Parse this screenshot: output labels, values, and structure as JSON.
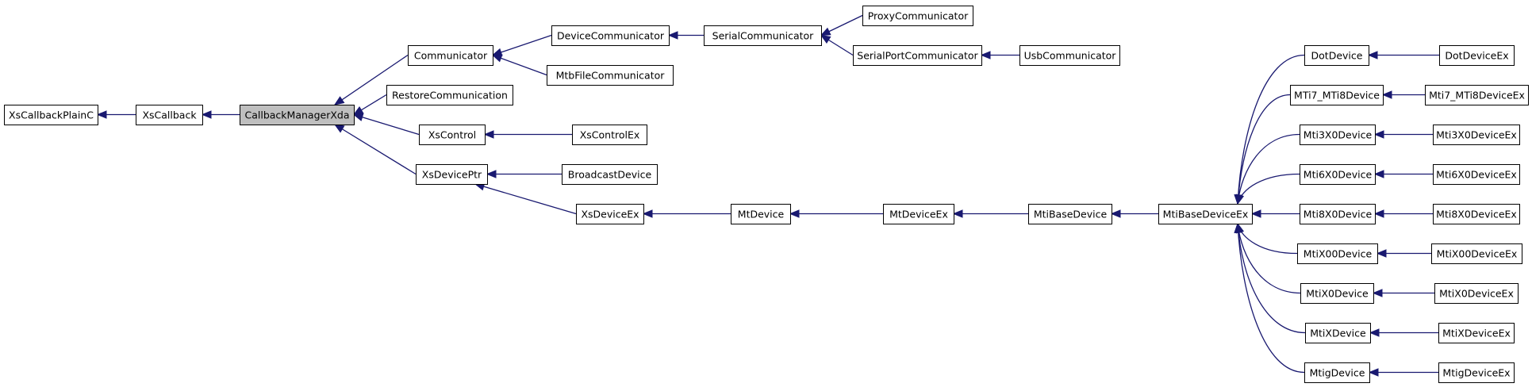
{
  "diagram": {
    "type": "inheritance-graph",
    "colors": {
      "edge": "#191970",
      "node_fill": "#ffffff",
      "node_border": "#000000",
      "highlight_fill": "#bfbfbf"
    },
    "nodes": [
      {
        "id": "XsCallbackPlainC",
        "label": "XsCallbackPlainC"
      },
      {
        "id": "XsCallback",
        "label": "XsCallback"
      },
      {
        "id": "CallbackManagerXda",
        "label": "CallbackManagerXda",
        "highlighted": true
      },
      {
        "id": "Communicator",
        "label": "Communicator"
      },
      {
        "id": "RestoreCommunication",
        "label": "RestoreCommunication"
      },
      {
        "id": "XsControl",
        "label": "XsControl"
      },
      {
        "id": "XsDevicePtr",
        "label": "XsDevicePtr"
      },
      {
        "id": "DeviceCommunicator",
        "label": "DeviceCommunicator"
      },
      {
        "id": "MtbFileCommunicator",
        "label": "MtbFileCommunicator"
      },
      {
        "id": "SerialCommunicator",
        "label": "SerialCommunicator"
      },
      {
        "id": "ProxyCommunicator",
        "label": "ProxyCommunicator"
      },
      {
        "id": "SerialPortCommunicator",
        "label": "SerialPortCommunicator"
      },
      {
        "id": "UsbCommunicator",
        "label": "UsbCommunicator"
      },
      {
        "id": "XsControlEx",
        "label": "XsControlEx"
      },
      {
        "id": "BroadcastDevice",
        "label": "BroadcastDevice"
      },
      {
        "id": "XsDeviceEx",
        "label": "XsDeviceEx"
      },
      {
        "id": "MtDevice",
        "label": "MtDevice"
      },
      {
        "id": "MtDeviceEx",
        "label": "MtDeviceEx"
      },
      {
        "id": "MtiBaseDevice",
        "label": "MtiBaseDevice"
      },
      {
        "id": "MtiBaseDeviceEx",
        "label": "MtiBaseDeviceEx"
      },
      {
        "id": "DotDevice",
        "label": "DotDevice"
      },
      {
        "id": "MTi7_MTi8Device",
        "label": "MTi7_MTi8Device"
      },
      {
        "id": "Mti3X0Device",
        "label": "Mti3X0Device"
      },
      {
        "id": "Mti6X0Device",
        "label": "Mti6X0Device"
      },
      {
        "id": "Mti8X0Device",
        "label": "Mti8X0Device"
      },
      {
        "id": "MtiX00Device",
        "label": "MtiX00Device"
      },
      {
        "id": "MtiX0Device",
        "label": "MtiX0Device"
      },
      {
        "id": "MtiXDevice",
        "label": "MtiXDevice"
      },
      {
        "id": "MtigDevice",
        "label": "MtigDevice"
      },
      {
        "id": "DotDeviceEx",
        "label": "DotDeviceEx"
      },
      {
        "id": "Mti7_MTi8DeviceEx",
        "label": "Mti7_MTi8DeviceEx"
      },
      {
        "id": "Mti3X0DeviceEx",
        "label": "Mti3X0DeviceEx"
      },
      {
        "id": "Mti6X0DeviceEx",
        "label": "Mti6X0DeviceEx"
      },
      {
        "id": "Mti8X0DeviceEx",
        "label": "Mti8X0DeviceEx"
      },
      {
        "id": "MtiX00DeviceEx",
        "label": "MtiX00DeviceEx"
      },
      {
        "id": "MtiX0DeviceEx",
        "label": "MtiX0DeviceEx"
      },
      {
        "id": "MtiXDeviceEx",
        "label": "MtiXDeviceEx"
      },
      {
        "id": "MtigDeviceEx",
        "label": "MtigDeviceEx"
      }
    ],
    "edges": [
      {
        "from": "XsCallback",
        "to": "XsCallbackPlainC"
      },
      {
        "from": "CallbackManagerXda",
        "to": "XsCallback"
      },
      {
        "from": "Communicator",
        "to": "CallbackManagerXda"
      },
      {
        "from": "RestoreCommunication",
        "to": "CallbackManagerXda"
      },
      {
        "from": "XsControl",
        "to": "CallbackManagerXda"
      },
      {
        "from": "XsDevicePtr",
        "to": "CallbackManagerXda"
      },
      {
        "from": "DeviceCommunicator",
        "to": "Communicator"
      },
      {
        "from": "MtbFileCommunicator",
        "to": "Communicator"
      },
      {
        "from": "SerialCommunicator",
        "to": "DeviceCommunicator"
      },
      {
        "from": "ProxyCommunicator",
        "to": "SerialCommunicator"
      },
      {
        "from": "SerialPortCommunicator",
        "to": "SerialCommunicator"
      },
      {
        "from": "UsbCommunicator",
        "to": "SerialPortCommunicator"
      },
      {
        "from": "XsControlEx",
        "to": "XsControl"
      },
      {
        "from": "BroadcastDevice",
        "to": "XsDevicePtr"
      },
      {
        "from": "XsDeviceEx",
        "to": "XsDevicePtr"
      },
      {
        "from": "MtDevice",
        "to": "XsDeviceEx"
      },
      {
        "from": "MtDeviceEx",
        "to": "MtDevice"
      },
      {
        "from": "MtiBaseDevice",
        "to": "MtDeviceEx"
      },
      {
        "from": "MtiBaseDeviceEx",
        "to": "MtiBaseDevice"
      },
      {
        "from": "DotDevice",
        "to": "MtiBaseDeviceEx"
      },
      {
        "from": "MTi7_MTi8Device",
        "to": "MtiBaseDeviceEx"
      },
      {
        "from": "Mti3X0Device",
        "to": "MtiBaseDeviceEx"
      },
      {
        "from": "Mti6X0Device",
        "to": "MtiBaseDeviceEx"
      },
      {
        "from": "Mti8X0Device",
        "to": "MtiBaseDeviceEx"
      },
      {
        "from": "MtiX00Device",
        "to": "MtiBaseDeviceEx"
      },
      {
        "from": "MtiX0Device",
        "to": "MtiBaseDeviceEx"
      },
      {
        "from": "MtiXDevice",
        "to": "MtiBaseDeviceEx"
      },
      {
        "from": "MtigDevice",
        "to": "MtiBaseDeviceEx"
      },
      {
        "from": "DotDeviceEx",
        "to": "DotDevice"
      },
      {
        "from": "Mti7_MTi8DeviceEx",
        "to": "MTi7_MTi8Device"
      },
      {
        "from": "Mti3X0DeviceEx",
        "to": "Mti3X0Device"
      },
      {
        "from": "Mti6X0DeviceEx",
        "to": "Mti6X0Device"
      },
      {
        "from": "Mti8X0DeviceEx",
        "to": "Mti8X0Device"
      },
      {
        "from": "MtiX00DeviceEx",
        "to": "MtiX00Device"
      },
      {
        "from": "MtiX0DeviceEx",
        "to": "MtiX0Device"
      },
      {
        "from": "MtiXDeviceEx",
        "to": "MtiXDevice"
      },
      {
        "from": "MtigDeviceEx",
        "to": "MtigDevice"
      }
    ]
  }
}
